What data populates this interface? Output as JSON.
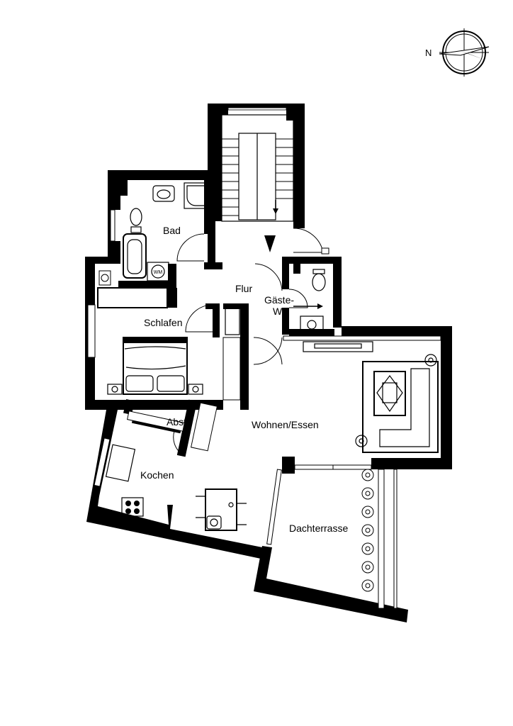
{
  "compass": {
    "label": "N",
    "icon": "compass-icon"
  },
  "rooms": {
    "bad": "Bad",
    "flur": "Flur",
    "gaeste_wc_line1": "Gäste-",
    "gaeste_wc_line2": "WC",
    "schlafen": "Schlafen",
    "abst": "Abst.",
    "wohnen_essen": "Wohnen/Essen",
    "kochen": "Kochen",
    "dachterrasse": "Dachterrasse"
  },
  "appliances": {
    "washing_machine": "WM"
  }
}
